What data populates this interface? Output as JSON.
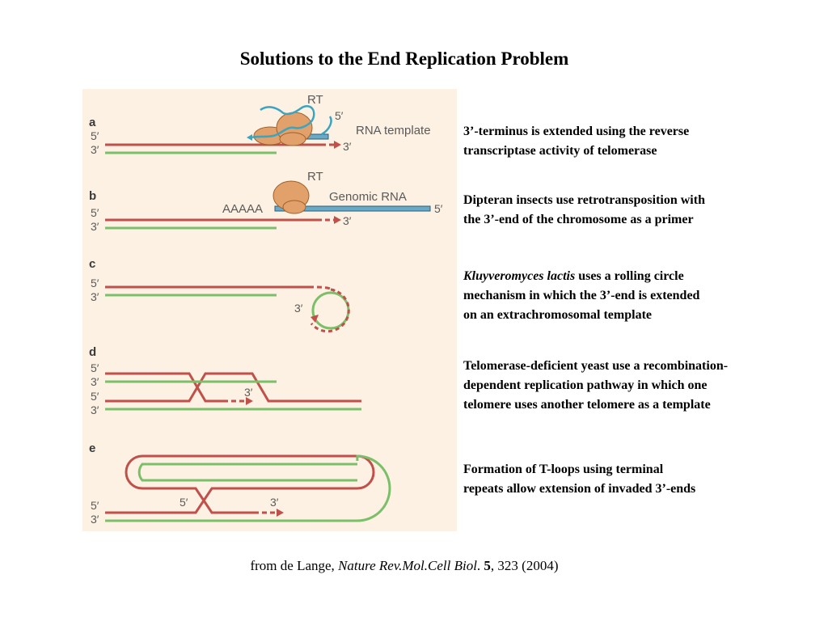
{
  "title": "Solutions to the End Replication Problem",
  "figure": {
    "background": "#fcf1e3",
    "colors": {
      "template_strand": "#c0504a",
      "complement_strand": "#7cbf6a",
      "rna": "#6aa9c6",
      "protein": "#e2a06a"
    },
    "panels": [
      {
        "letter": "a",
        "labels": {
          "rt": "RT",
          "rna_template": "RNA template",
          "five_prime": "5′",
          "three_prime": "3′"
        }
      },
      {
        "letter": "b",
        "labels": {
          "rt": "RT",
          "genomic_rna": "Genomic RNA",
          "polya": "AAAAA",
          "five_prime": "5′",
          "three_prime": "3′"
        }
      },
      {
        "letter": "c",
        "labels": {
          "five_prime": "5′",
          "three_prime": "3′"
        }
      },
      {
        "letter": "d",
        "labels": {
          "five_prime": "5′",
          "three_prime": "3′"
        }
      },
      {
        "letter": "e",
        "labels": {
          "five_prime": "5′",
          "three_prime": "3′"
        }
      }
    ]
  },
  "descriptions": {
    "a": {
      "lines": [
        "3’-terminus is extended using the reverse",
        "transcriptase activity of telomerase"
      ]
    },
    "b": {
      "lines": [
        "Dipteran insects use retrotransposition with",
        "the 3’-end of the chromosome as a primer"
      ]
    },
    "c": {
      "italic": "Kluyveromyces lactis",
      "line1_rest": " uses a rolling circle",
      "lines": [
        "mechanism in which the 3’-end is extended",
        "on an extrachromosomal template"
      ]
    },
    "d": {
      "lines": [
        "Telomerase-deficient yeast use a recombination-",
        "dependent replication pathway in which one",
        "telomere uses another telomere as a template"
      ]
    },
    "e": {
      "lines": [
        "Formation of T-loops using terminal",
        "repeats allow extension of invaded 3’-ends"
      ]
    }
  },
  "credit": {
    "prefix": "from de Lange, ",
    "journal": "Nature Rev.Mol.Cell Biol",
    "sep1": ". ",
    "volume": "5",
    "rest": ", 323 (2004)"
  }
}
